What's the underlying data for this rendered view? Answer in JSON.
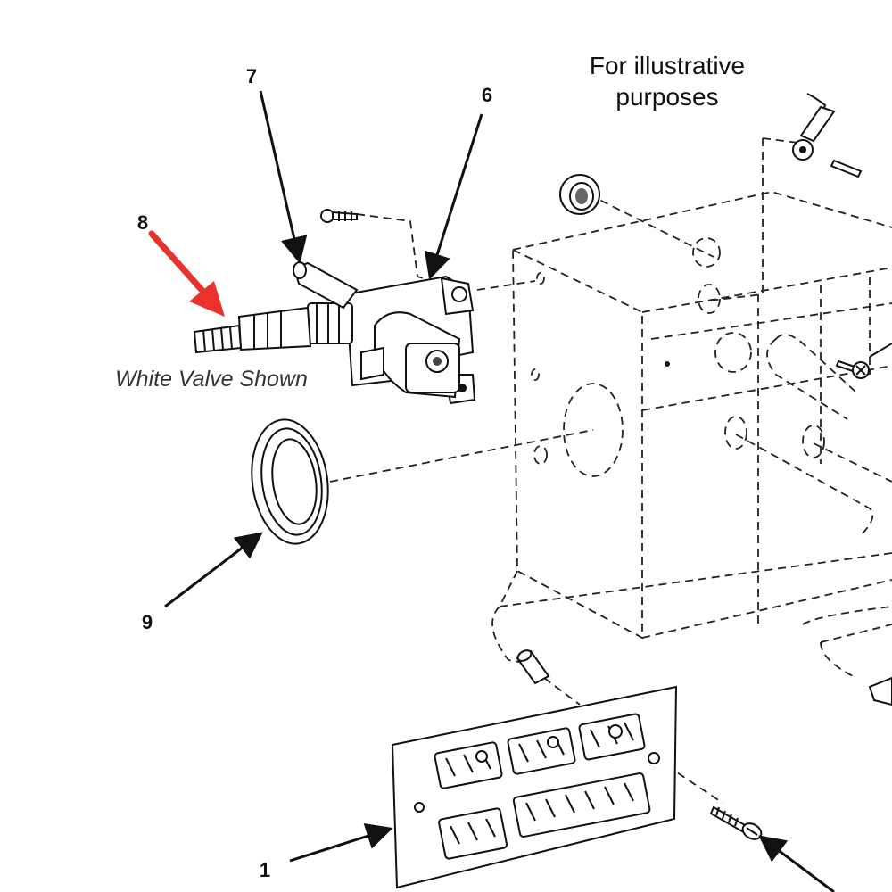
{
  "title_note": [
    "For illustrative",
    "purposes"
  ],
  "caption": "White Valve Shown",
  "callouts": [
    {
      "id": "1",
      "text": "1"
    },
    {
      "id": "6",
      "text": "6"
    },
    {
      "id": "7",
      "text": "7"
    },
    {
      "id": "8",
      "text": "8"
    },
    {
      "id": "9",
      "text": "9"
    }
  ],
  "colors": {
    "highlight_arrow": "#e8322b",
    "line_art": "#111111",
    "background": "#ffffff"
  },
  "icons": {
    "highlight": "red-arrow-icon"
  }
}
